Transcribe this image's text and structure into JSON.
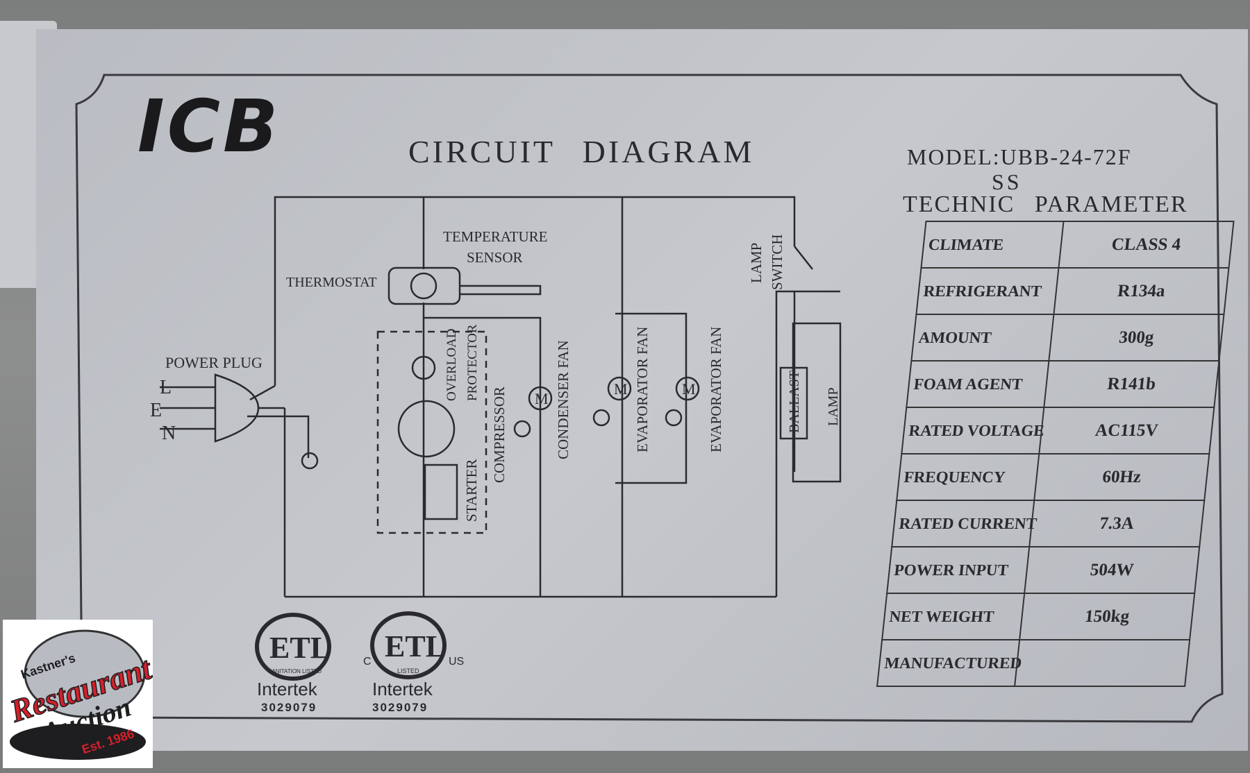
{
  "brand": "ICB",
  "title": "CIRCUIT DIAGRAM",
  "model_label": "MODEL:",
  "model_number": "UBB-24-72F",
  "model_suffix": "SS",
  "parameter_heading": "TECHNIC PARAMETER",
  "diagram_labels": {
    "power_plug": "POWER PLUG",
    "l": "L",
    "e": "E",
    "n": "N",
    "thermostat": "THERMOSTAT",
    "temperature_sensor_1": "TEMPERATURE",
    "temperature_sensor_2": "SENSOR",
    "overload_1": "OVERLOAD",
    "overload_2": "PROTECTOR",
    "compressor": "COMPRESSOR",
    "starter": "STARTER",
    "condenser_fan": "CONDENSER FAN",
    "evaporator_fan_1": "EVAPORATOR FAN",
    "evaporator_fan_2": "EVAPORATOR FAN",
    "lamp_switch_1": "LAMP",
    "lamp_switch_2": "SWITCH",
    "ballast": "BALLAST",
    "lamp": "LAMP",
    "motor": "M"
  },
  "parameters": [
    {
      "key": "CLIMATE",
      "value": "CLASS 4"
    },
    {
      "key": "REFRIGERANT",
      "value": "R134a"
    },
    {
      "key": "AMOUNT",
      "value": "300g"
    },
    {
      "key": "FOAM AGENT",
      "value": "R141b"
    },
    {
      "key": "RATED VOLTAGE",
      "value": "AC115V"
    },
    {
      "key": "FREQUENCY",
      "value": "60Hz"
    },
    {
      "key": "RATED CURRENT",
      "value": "7.3A"
    },
    {
      "key": "POWER INPUT",
      "value": "504W"
    },
    {
      "key": "NET WEIGHT",
      "value": "150kg"
    },
    {
      "key": "MANUFACTURED",
      "value": ""
    }
  ],
  "certifications": [
    {
      "mark": "ETL",
      "sub": "SANITATION LISTED",
      "lab": "Intertek",
      "number": "3029079"
    },
    {
      "mark": "ETL",
      "sub": "LISTED",
      "left": "C",
      "right": "US",
      "lab": "Intertek",
      "number": "3029079"
    }
  ],
  "watermark": {
    "line1": "Kastner's",
    "line2": "Restaurant",
    "line3": "Auction",
    "line4": "Est. 1986"
  },
  "colors": {
    "plate": "#c2c5ca",
    "ink": "#2a2a2e",
    "badge_red": "#d4202a"
  }
}
